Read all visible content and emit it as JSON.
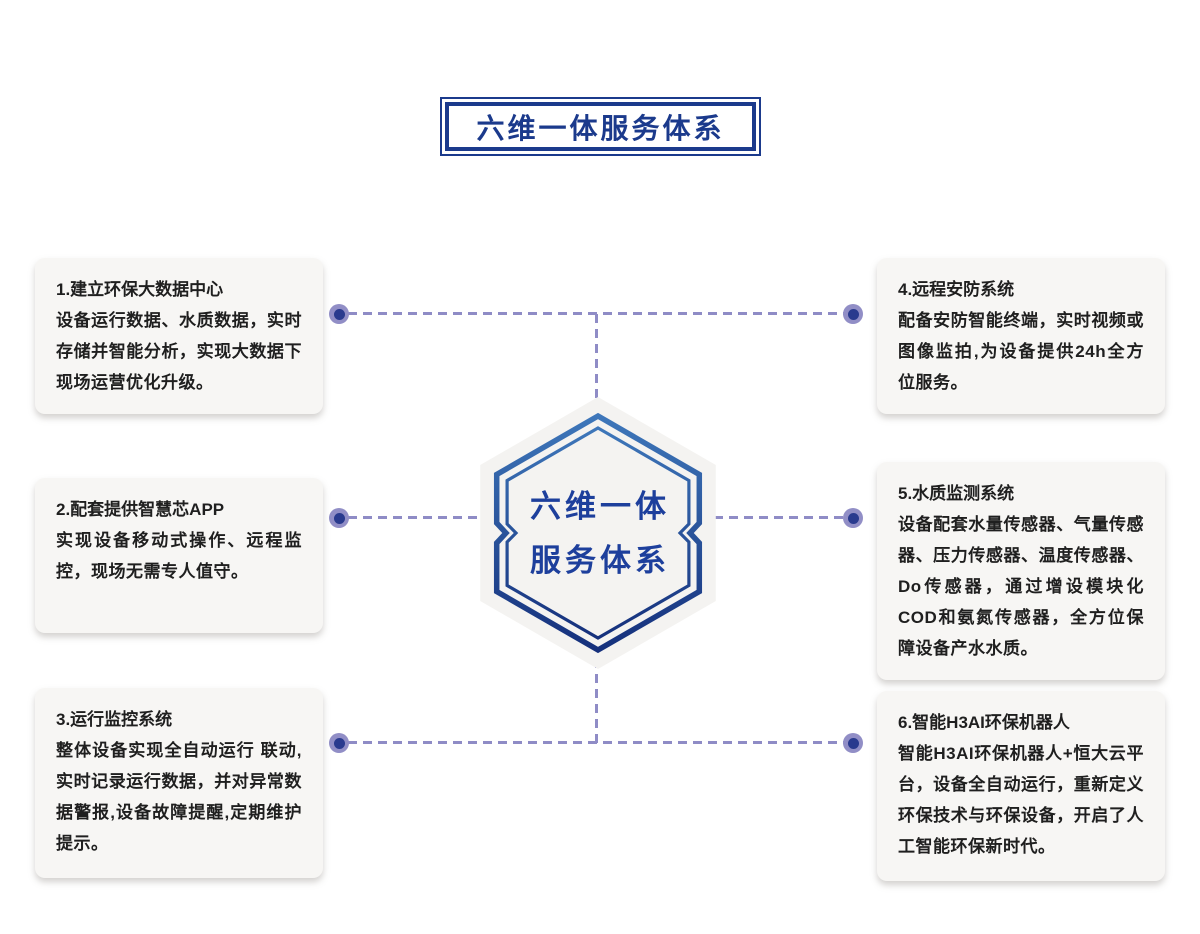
{
  "header": {
    "title": "六维一体服务体系"
  },
  "center_badge": {
    "shape": "double-outline-hexagon",
    "line1": "六维一体",
    "line2": "服务体系"
  },
  "cards": [
    {
      "id": 1,
      "side": "left",
      "title": "1.建立环保大数据中心",
      "body": "设备运行数据、水质数据，实时存储并智能分析，实现大数据下现场运营优化升级。"
    },
    {
      "id": 2,
      "side": "left",
      "title": "2.配套提供智慧芯APP",
      "body": "实现设备移动式操作、远程监控，现场无需专人值守。"
    },
    {
      "id": 3,
      "side": "left",
      "title": "3.运行监控系统",
      "body": "整体设备实现全自动运行 联动,实时记录运行数据，并对异常数据警报,设备故障提醒,定期维护提示。"
    },
    {
      "id": 4,
      "side": "right",
      "title": "4.远程安防系统",
      "body": "配备安防智能终端，实时视频或图像监拍,为设备提供24h全方位服务。"
    },
    {
      "id": 5,
      "side": "right",
      "title": "5.水质监测系统",
      "body": "设备配套水量传感器、气量传感器、压力传感器、温度传感器、Do传感器，通过增设模块化COD和氨氮传感器，全方位保障设备产水水质。"
    },
    {
      "id": 6,
      "side": "right",
      "title": "6.智能H3AI环保机器人",
      "body": "智能H3AI环保机器人+恒大云平台，设备全自动运行，重新定义环保技术与环保设备，开启了人工智能环保新时代。"
    }
  ],
  "colors": {
    "accent_navy": "#1b3a8c",
    "hexagon_text": "#1d3f9c",
    "hexagon_fill": "#f4f3f1",
    "hexagon_stroke_top": "#3e77ba",
    "hexagon_stroke_bottom": "#15307c",
    "dash_line": "#8f8cc6",
    "dot_outer": "#918ec6",
    "dot_inner": "#293a8e",
    "card_background": "#f7f6f4",
    "card_text": "#1f1f1f",
    "page_background": "#ffffff"
  }
}
